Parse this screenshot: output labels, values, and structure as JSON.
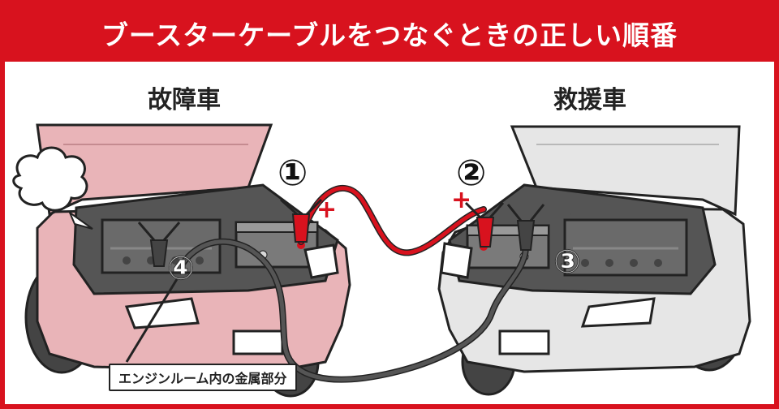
{
  "title": "ブースターケーブルをつなぐときの正しい順番",
  "labels": {
    "broken_car": "故障車",
    "rescue_car": "救援車"
  },
  "steps": [
    "①",
    "②",
    "③",
    "④"
  ],
  "polarity": {
    "plus": "+",
    "minus": "−"
  },
  "callout": "エンジンルーム内の金属部分",
  "colors": {
    "brand_red": "#d8121e",
    "broken_car_body": "#e9b4b8",
    "rescue_car_body": "#e6e6e6",
    "red_cable": "#d8121e",
    "black_cable": "#3a3a3a"
  }
}
